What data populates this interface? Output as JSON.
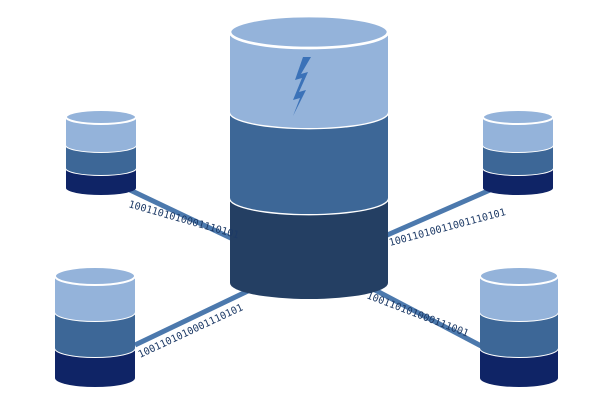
{
  "colors": {
    "light": "#94b3da",
    "mid": "#3d6797",
    "dark_center": "#243f63",
    "dark_small": "#0f2466",
    "line": "#4c79ad",
    "background": "#ffffff",
    "bolt": "#3b72b8"
  },
  "links": [
    {
      "name": "top-left",
      "binary": "1001101010001110101"
    },
    {
      "name": "top-right",
      "binary": "10011010011001110101"
    },
    {
      "name": "bottom-left",
      "binary": "1001101010001110101"
    },
    {
      "name": "bottom-right",
      "binary": "100110101000111001"
    }
  ],
  "icons": {
    "center": "database-icon",
    "bolt": "lightning-bolt-icon"
  }
}
